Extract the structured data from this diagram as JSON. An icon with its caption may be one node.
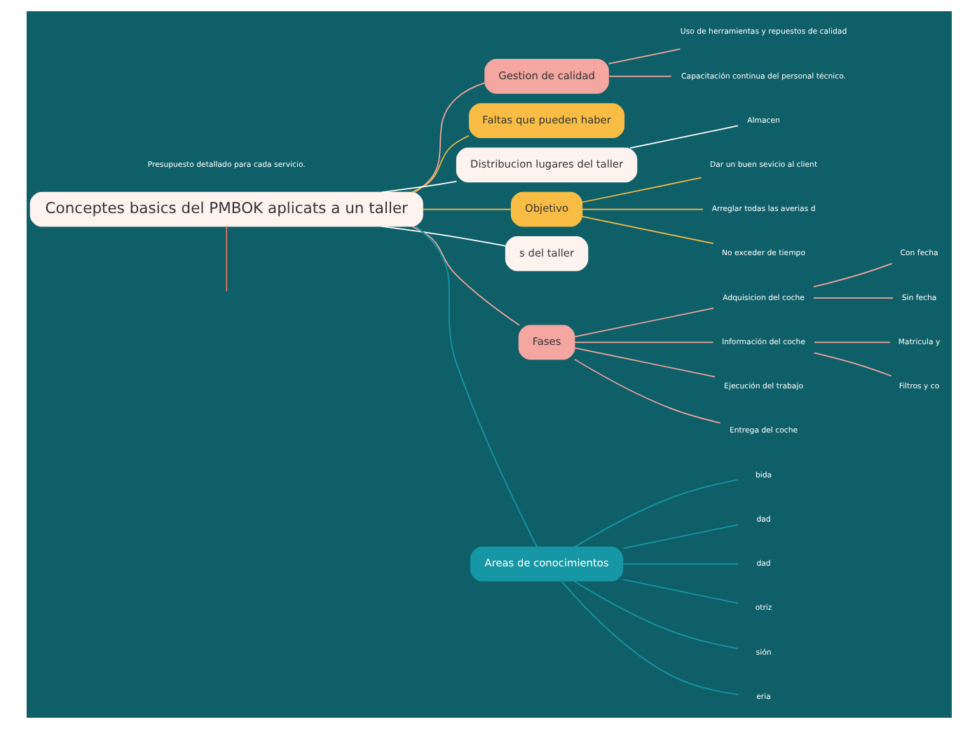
{
  "diagram": {
    "nodes": [
      {
        "text": [
          "Conceptes basics del PMBOK aplicats a un taller"
        ]
      },
      {
        "text": [
          "Gestion de calidad"
        ]
      },
      {
        "text": [
          "Uso de herramientas y repuestos de calidad"
        ]
      },
      {
        "text": [
          "Capacitación continua del personal técnico."
        ]
      },
      {
        "text": [
          "Faltas que pueden haber"
        ]
      },
      {
        "text": [
          "Distribucion lugares del taller"
        ]
      },
      {
        "text": [
          "Almacen"
        ]
      },
      {
        "text": [
          "Objetivo"
        ]
      },
      {
        "text": [
          "Dar un buen sevicio al client"
        ]
      },
      {
        "text": [
          "Arreglar todas las averias d"
        ]
      },
      {
        "text": [
          "No exceder de tiempo"
        ]
      },
      {
        "text": [
          "s del taller"
        ]
      },
      {
        "text": [
          "Fases"
        ]
      },
      {
        "text": [
          "Adquisicion del coche"
        ]
      },
      {
        "text": [
          "Con fecha"
        ]
      },
      {
        "text": [
          "Sin fecha"
        ]
      },
      {
        "text": [
          "Información del coche"
        ]
      },
      {
        "text": [
          "Matricula y"
        ]
      },
      {
        "text": [
          "Filtros y co"
        ]
      },
      {
        "text": [
          "Ejecución del trabajo"
        ]
      },
      {
        "text": [
          "Entrega del coche"
        ]
      },
      {
        "text": [
          "Areas de conocimientos"
        ]
      },
      {
        "text": [
          "bida"
        ]
      },
      {
        "text": [
          "dad"
        ]
      },
      {
        "text": [
          "dad"
        ]
      },
      {
        "text": [
          "otriz"
        ]
      },
      {
        "text": [
          "sión"
        ]
      },
      {
        "text": [
          "eria"
        ]
      }
    ],
    "edges": [
      {
        "from": 0,
        "to": 1,
        "arrow": "none",
        "color": "#f4a6a0"
      },
      {
        "from": 1,
        "to": 2,
        "arrow": "none",
        "color": "#f4a6a0"
      },
      {
        "from": 1,
        "to": 3,
        "arrow": "none",
        "color": "#f4a6a0"
      },
      {
        "from": 0,
        "to": 4,
        "arrow": "none",
        "color": "#f9bd45"
      },
      {
        "from": 0,
        "to": 5,
        "arrow": "none",
        "color": "#ffffff"
      },
      {
        "from": 5,
        "to": 6,
        "arrow": "none",
        "color": "#ffffff"
      },
      {
        "from": 0,
        "to": 7,
        "arrow": "none",
        "color": "#f9bd45"
      },
      {
        "from": 7,
        "to": 8,
        "arrow": "none",
        "color": "#f9bd45"
      },
      {
        "from": 7,
        "to": 9,
        "arrow": "none",
        "color": "#f9bd45"
      },
      {
        "from": 7,
        "to": 10,
        "arrow": "none",
        "color": "#f9bd45"
      },
      {
        "from": 0,
        "to": 11,
        "arrow": "none",
        "color": "#ffffff"
      },
      {
        "from": 0,
        "to": 12,
        "arrow": "none",
        "color": "#f4a6a0"
      },
      {
        "from": 12,
        "to": 13,
        "arrow": "none",
        "color": "#f4a6a0"
      },
      {
        "from": 13,
        "to": 14,
        "arrow": "none",
        "color": "#f4a6a0"
      },
      {
        "from": 13,
        "to": 15,
        "arrow": "none",
        "color": "#f4a6a0"
      },
      {
        "from": 12,
        "to": 16,
        "arrow": "none",
        "color": "#f4a6a0"
      },
      {
        "from": 16,
        "to": 17,
        "arrow": "none",
        "color": "#f4a6a0"
      },
      {
        "from": 16,
        "to": 18,
        "arrow": "none",
        "color": "#f4a6a0"
      },
      {
        "from": 12,
        "to": 19,
        "arrow": "none",
        "color": "#f4a6a0"
      },
      {
        "from": 12,
        "to": 20,
        "arrow": "none",
        "color": "#f4a6a0"
      },
      {
        "from": 0,
        "to": 21,
        "arrow": "none",
        "color": "#1597a5"
      },
      {
        "from": 21,
        "to": 22,
        "arrow": "none",
        "color": "#1597a5"
      },
      {
        "from": 21,
        "to": 23,
        "arrow": "none",
        "color": "#1597a5"
      },
      {
        "from": 21,
        "to": 24,
        "arrow": "none",
        "color": "#1597a5"
      },
      {
        "from": 21,
        "to": 25,
        "arrow": "none",
        "color": "#1597a5"
      },
      {
        "from": 21,
        "to": 26,
        "arrow": "none",
        "color": "#1597a5"
      },
      {
        "from": 21,
        "to": 27,
        "arrow": "none",
        "color": "#1597a5"
      },
      {
        "from": 0,
        "to": null,
        "arrow": "none",
        "color": "#e8725f"
      }
    ],
    "labels": [
      "Presupuesto detallado para cada servicio."
    ]
  }
}
